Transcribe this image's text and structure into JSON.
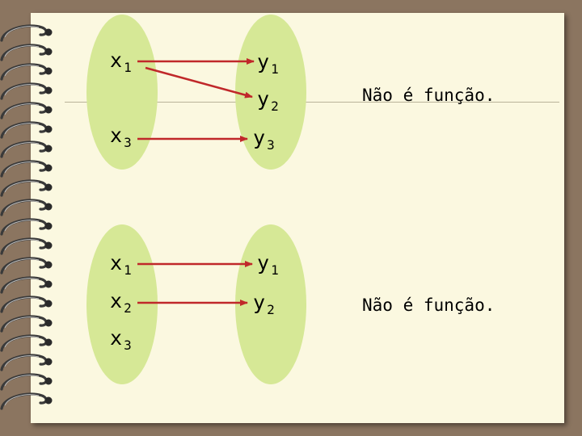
{
  "diagrams": [
    {
      "domain": [
        {
          "base": "x",
          "sub": "1"
        },
        {
          "base": "x",
          "sub": "3"
        }
      ],
      "codomain": [
        {
          "base": "y",
          "sub": "1"
        },
        {
          "base": "y",
          "sub": "2"
        },
        {
          "base": "y",
          "sub": "3"
        }
      ],
      "mappings": [
        {
          "from": "x1",
          "to": "y1"
        },
        {
          "from": "x1",
          "to": "y2"
        },
        {
          "from": "x3",
          "to": "y3"
        }
      ],
      "verdict": "Não é função."
    },
    {
      "domain": [
        {
          "base": "x",
          "sub": "1"
        },
        {
          "base": "x",
          "sub": "2"
        },
        {
          "base": "x",
          "sub": "3"
        }
      ],
      "codomain": [
        {
          "base": "y",
          "sub": "1"
        },
        {
          "base": "y",
          "sub": "2"
        }
      ],
      "mappings": [
        {
          "from": "x1",
          "to": "y1"
        },
        {
          "from": "x2",
          "to": "y2"
        }
      ],
      "verdict": "Não é função."
    }
  ],
  "colors": {
    "oval": "#d6e896",
    "arrow": "#c0282a",
    "paper": "#fbf8e0",
    "background": "#8b7560"
  },
  "icons": [
    "spiral-binding-icon",
    "arrowhead-icon"
  ]
}
